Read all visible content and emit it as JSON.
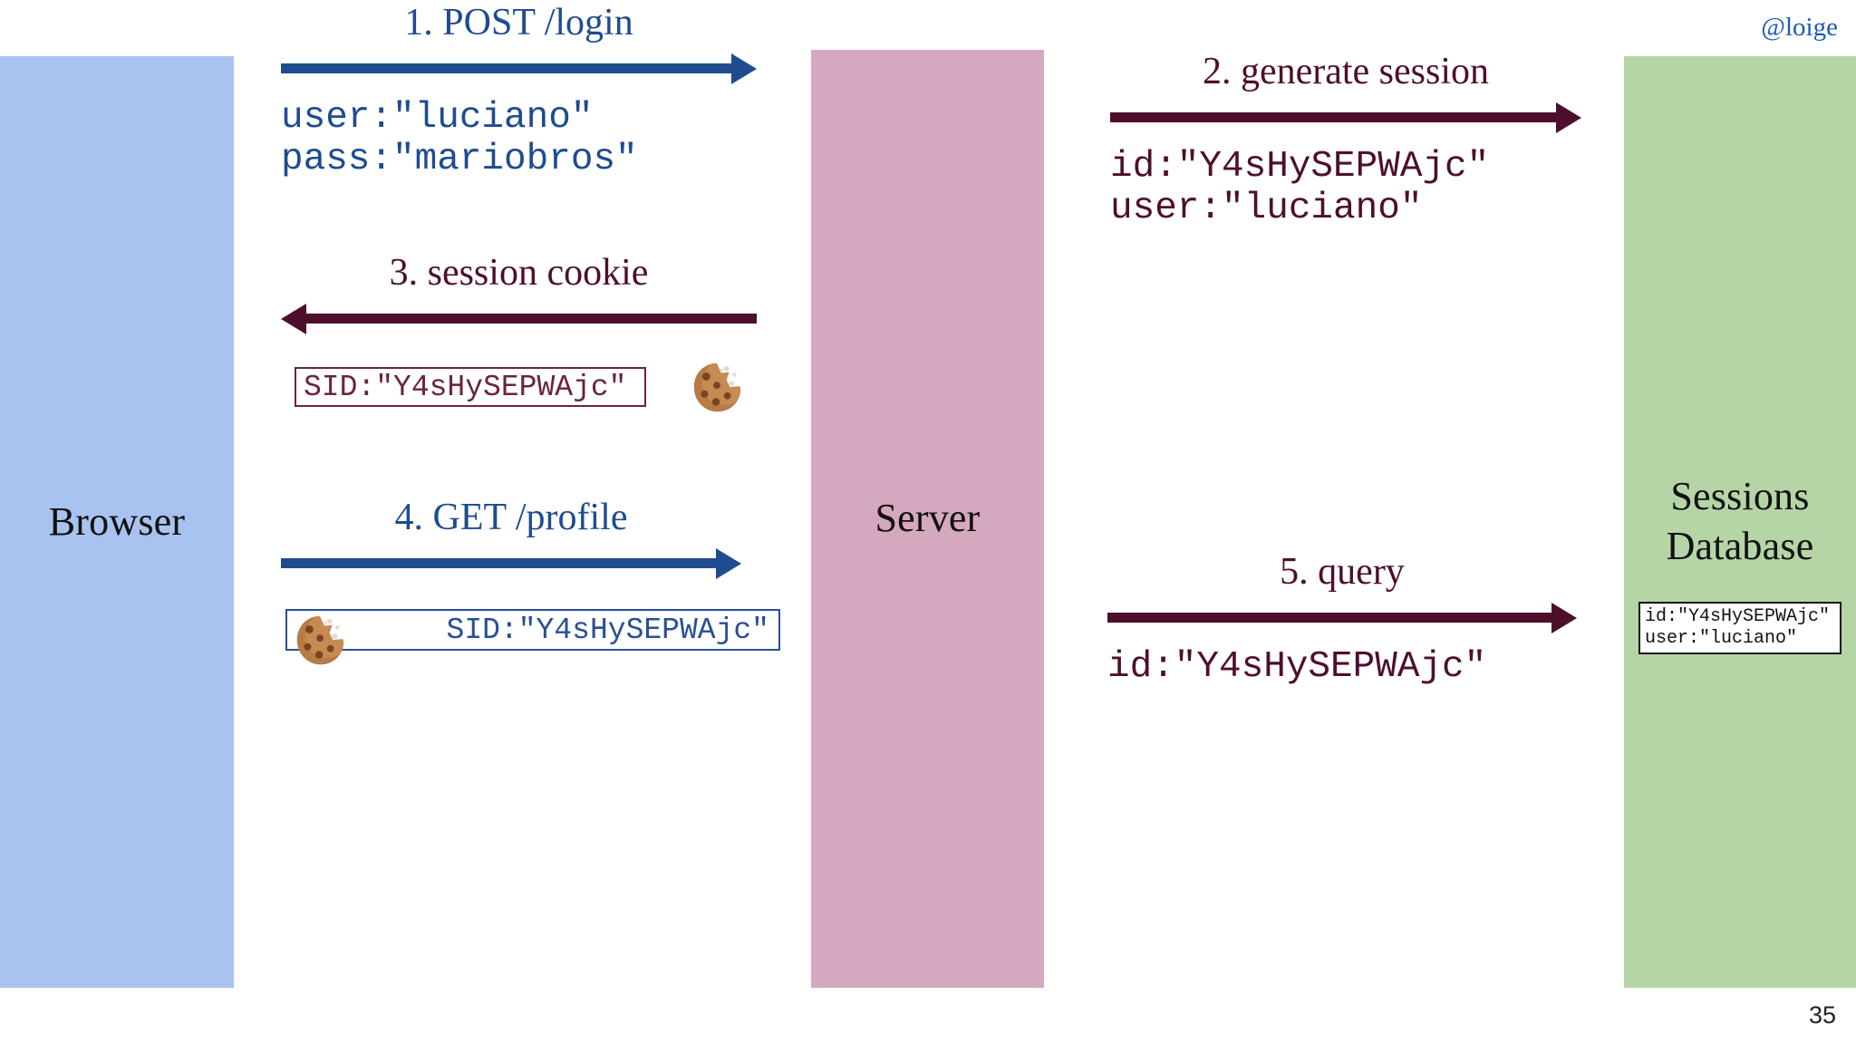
{
  "slide": {
    "page_number": "35",
    "watermark": "@loige",
    "background": "#ffffff"
  },
  "colors": {
    "browser_column": "#a9c3f0",
    "server_column": "#d6a8bf",
    "database_column": "#b5d5a7",
    "blue_accent": "#1e4c8f",
    "maroon_accent": "#4d0f2c",
    "cookie_box_blue_border": "#2a4f96",
    "cookie_box_maroon_border": "#6b2440"
  },
  "actors": {
    "browser": {
      "label": "Browser"
    },
    "server": {
      "label": "Server"
    },
    "database": {
      "label_line1": "Sessions",
      "label_line2": "Database"
    }
  },
  "steps": {
    "step1": {
      "title": "1. POST /login",
      "direction": "right",
      "color": "blue",
      "payload": "user:\"luciano\"\npass:\"mariobros\""
    },
    "step2": {
      "title": "2. generate session",
      "direction": "right",
      "color": "maroon",
      "payload": "id:\"Y4sHySEPWAjc\"\nuser:\"luciano\""
    },
    "step3": {
      "title": "3. session cookie",
      "direction": "left",
      "color": "maroon",
      "cookie_box_text": "SID:\"Y4sHySEPWAjc\"",
      "cookie_icon": "cookie-icon"
    },
    "step4": {
      "title": "4. GET /profile",
      "direction": "right",
      "color": "blue",
      "cookie_box_text": "SID:\"Y4sHySEPWAjc\"",
      "cookie_icon": "cookie-icon"
    },
    "step5": {
      "title": "5. query",
      "direction": "right",
      "color": "maroon",
      "payload": "id:\"Y4sHySEPWAjc\""
    }
  },
  "database_record": {
    "line1": "id:\"Y4sHySEPWAjc\"",
    "line2": "user:\"luciano\""
  }
}
